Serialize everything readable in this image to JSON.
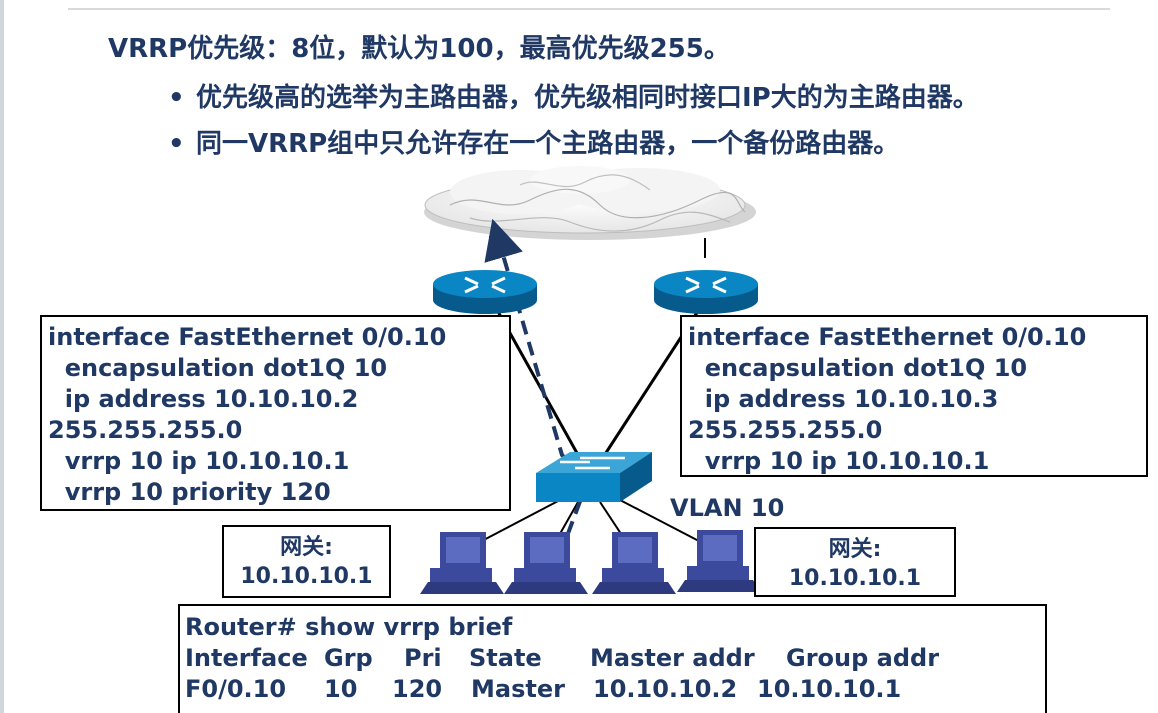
{
  "heading": "VRRP优先级：8位，默认为100，最高优先级255。",
  "bullets": [
    "优先级高的选举为主路由器，优先级相同时接口IP大的为主路由器。",
    "同一VRRP组中只允许存在一个主路由器，一个备份路由器。"
  ],
  "bullet_symbol": "•",
  "left_config": [
    "interface FastEthernet 0/0.10",
    "  encapsulation dot1Q 10",
    "  ip address 10.10.10.2",
    "255.255.255.0",
    "  vrrp 10 ip 10.10.10.1",
    "  vrrp 10 priority 120"
  ],
  "right_config": [
    "interface FastEthernet 0/0.10",
    "  encapsulation dot1Q 10",
    "  ip address 10.10.10.3",
    "255.255.255.0",
    "  vrrp 10 ip 10.10.10.1"
  ],
  "gateway_left": {
    "label": "网关:",
    "ip": "10.10.10.1"
  },
  "gateway_right": {
    "label": "网关:",
    "ip": "10.10.10.1"
  },
  "vlan_label": "VLAN 10",
  "command": {
    "prompt": "Router#  show vrrp brief",
    "columns": [
      "Interface",
      "Grp",
      "Pri",
      "State",
      "Master addr",
      "Group addr"
    ],
    "row": [
      "F0/0.10",
      "10",
      "120",
      "Master",
      "10.10.10.2",
      "10.10.10.1"
    ]
  },
  "colors": {
    "text": "#1f3864",
    "device_blue": "#0a86c4",
    "device_dark": "#065a8c",
    "pc_blue": "#3b4a9c",
    "dashed_path": "#1f3864"
  },
  "icons": [
    "cloud-icon",
    "router-icon",
    "switch-icon",
    "pc-icon"
  ]
}
